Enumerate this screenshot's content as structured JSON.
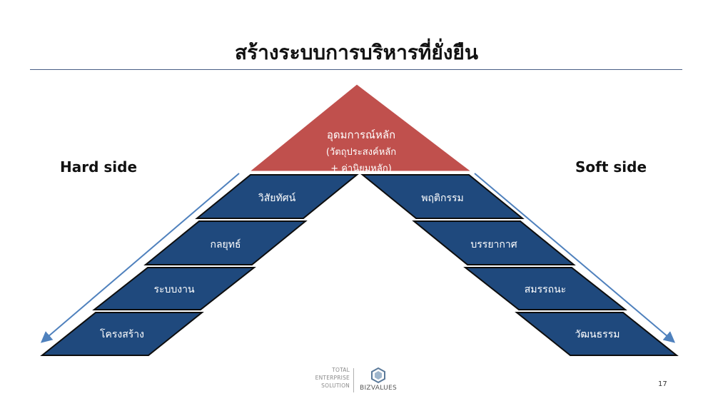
{
  "title": "สร้างระบบการบริหารที่ยั่งยืน",
  "sides": {
    "hard": "Hard side",
    "soft": "Soft side"
  },
  "apex": {
    "line1": "อุดมการณ์หลัก",
    "line2": "(วัตถุประสงค์หลัก",
    "line3": "+ ค่านิยมหลัก)",
    "color": "#c0504d"
  },
  "hard_layers": [
    "วิสัยทัศน์",
    "กลยุทธ์",
    "ระบบงาน",
    "โครงสร้าง"
  ],
  "soft_layers": [
    "พฤติกรรม",
    "บรรยากาศ",
    "สมรรถนะ",
    "วัฒนธรรม"
  ],
  "layer_color": "#1f497d",
  "arrow_color": "#4f81bd",
  "footer": {
    "tagline": [
      "TOTAL",
      "ENTERPRISE",
      "SOLUTION"
    ],
    "brand": "BIZVALUES"
  },
  "slide_number": "17"
}
